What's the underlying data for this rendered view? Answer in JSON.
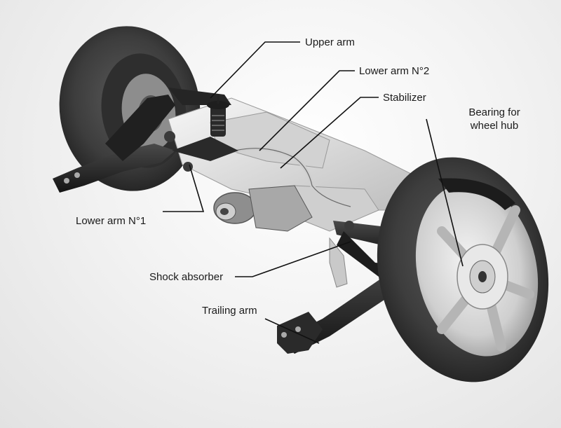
{
  "labels": {
    "upper_arm": "Upper arm",
    "lower_arm_2": "Lower arm N°2",
    "stabilizer": "Stabilizer",
    "bearing_line1": "Bearing for",
    "bearing_line2": "wheel hub",
    "lower_arm_1": "Lower arm N°1",
    "shock_absorber": "Shock absorber",
    "trailing_arm": "Trailing arm"
  },
  "colors": {
    "leader_line": "#111111",
    "tire": "#3a3a3a",
    "subframe": "#eaeaea",
    "arm": "#1f1f1f",
    "rim": "#d9d9d9"
  }
}
